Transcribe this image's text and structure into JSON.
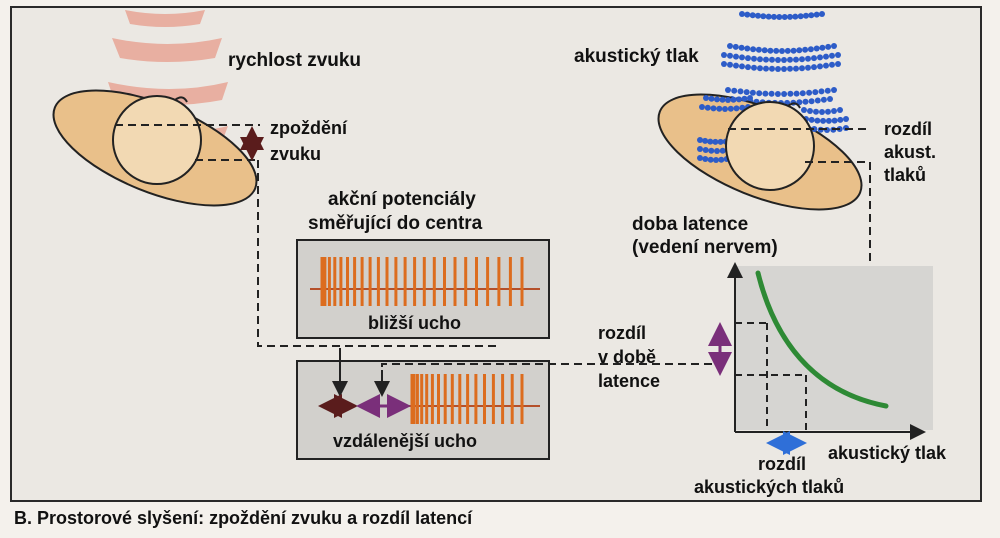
{
  "caption": "B. Prostorové slyšení: zpoždění zvuku a rozdíl latencí",
  "labels": {
    "sound_speed": "rychlost zvuku",
    "delay_l1": "zpoždění",
    "delay_l2": "zvuku",
    "potentials_l1": "akční potenciály",
    "potentials_l2": "směřující do centra",
    "near_ear": "bližší ucho",
    "far_ear": "vzdálenější ucho",
    "acoustic_pressure": "akustický tlak",
    "pressure_diff_l1": "rozdíl",
    "pressure_diff_l2": "akust.",
    "pressure_diff_l3": "tlaků",
    "latency_l1": "doba latence",
    "latency_l2": "(vedení nervem)",
    "latency_diff_l1": "rozdíl",
    "latency_diff_l2": "v době",
    "latency_diff_l3": "latence",
    "x_axis": "akustický tlak",
    "pressure_diffs_l1": "rozdíl",
    "pressure_diffs_l2": "akustických tlaků"
  },
  "colors": {
    "panel_bg": "#ebe8e3",
    "wave_pink": "#e8a99a",
    "head_fill": "#f2d9b3",
    "ellipse_fill": "#e9c08a",
    "dot_blue": "#2d5cc8",
    "spike_orange": "#dc6c1e",
    "spike_line": "#b5502a",
    "box_fill": "#d2d0cc",
    "graph_bg": "#d6d5d2",
    "curve_green": "#2e8a35",
    "arrow_dark": "#5a1c1c",
    "arrow_purple": "#7a2f7a",
    "arrow_blue": "#2f6fd8"
  }
}
